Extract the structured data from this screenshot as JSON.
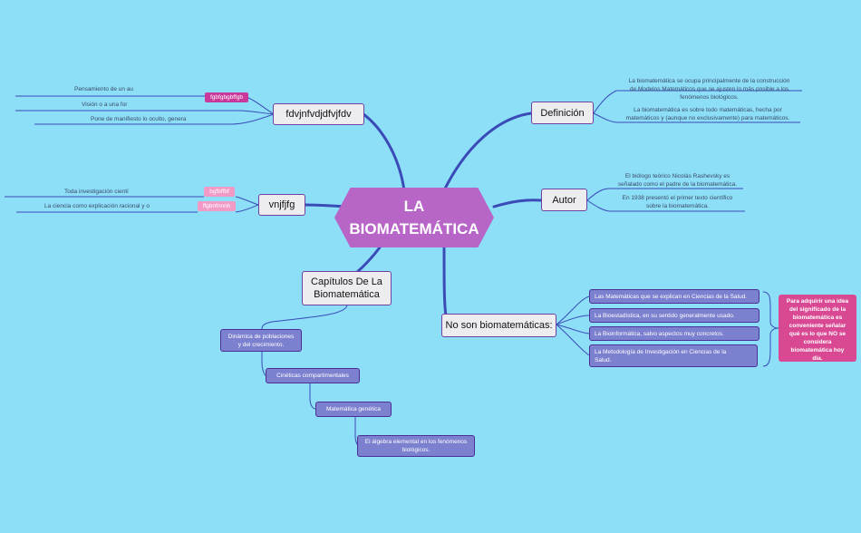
{
  "central": {
    "line1": "LA",
    "line2": "BIOMATEMÁTICA"
  },
  "topics": {
    "fdvj": "fdvjnfvdjdfvjfdv",
    "vnjfjfg": "vnjfjfg",
    "capitulos_line1": "Capítulos De La",
    "capitulos_line2": "Biomatemática",
    "definicion": "Definición",
    "autor": "Autor",
    "no_son": "No son biomatemáticas:"
  },
  "fdvj_branch": {
    "leaves": [
      "Pensamiento de un au",
      "Visión o a una for",
      "Pone de manifiesto lo oculto, genera"
    ],
    "tag": "fgbfgbgbffgb"
  },
  "vnjfjfg_branch": {
    "leaves": [
      "Toda investigación cientí",
      "La ciencia como explicación racional y o"
    ],
    "tags": [
      "bgfbffbf",
      "ffgbnfnnnh"
    ]
  },
  "definicion_notes": {
    "note1": [
      "La biomatemática se ocupa principalmente de la construcción",
      "de Modelos Matemáticos que se ajusten lo más posible a los",
      "fenómenos biológicos."
    ],
    "note2": [
      "La biomatemática es sobre todo matemáticas, hecha por",
      "matemáticos y (aunque no exclusivamente) para matemáticos."
    ]
  },
  "autor_notes": {
    "note1": [
      "El biólogo teórico Nicolás Rashevsky es",
      "señalado como el padre de la biomatemática."
    ],
    "note2": [
      "En 1938 presentó el primer texto científico",
      "sobre la biomatemática."
    ]
  },
  "capitulos_items": [
    [
      "Dinámica de poblaciones",
      "y del crecimiento."
    ],
    [
      "Cinéticas compartimentales"
    ],
    [
      "Matemática genética"
    ],
    [
      "El álgebra elemental en los fenómenos",
      "biológicos."
    ]
  ],
  "no_son_items": [
    [
      "Las Matemáticas que se explican en Ciencias de la Salud."
    ],
    [
      "La Bioestadística, en su sentido generalmente usado."
    ],
    [
      "La Bioinformática, salvo aspectos muy concretos."
    ],
    [
      "La Metodología de Investigación en Ciencias de la",
      "Salud."
    ]
  ],
  "callout": [
    "Para adquirir una idea",
    "del significado de la",
    "biomatemática es",
    "conveniente  señalar",
    "qué es lo que NO se",
    "considera",
    "biomatemática hoy",
    "día."
  ],
  "colors": {
    "background": "#8ddff8",
    "central": "#b865c8",
    "branch": "#3a4bb8",
    "box": "#7b80cf",
    "callout": "#d94893",
    "tag_magenta": "#c9399a",
    "tag_pink": "#f29ac6"
  }
}
